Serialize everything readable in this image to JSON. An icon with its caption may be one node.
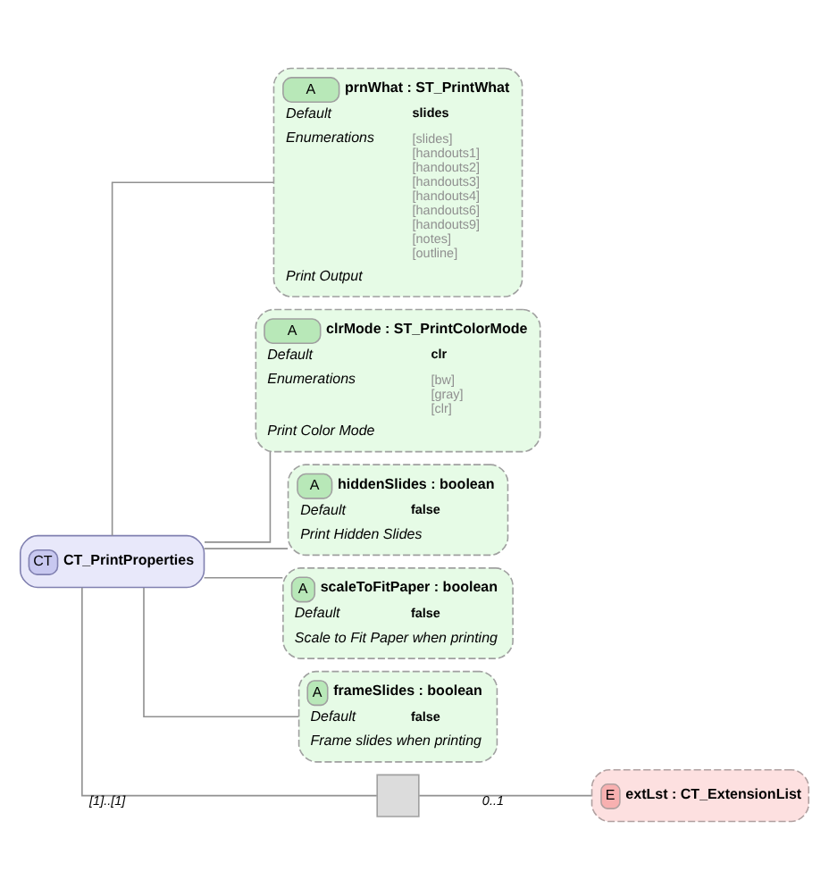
{
  "diagram": {
    "nodes": [
      {
        "text": [
          "CT",
          "CT_PrintProperties"
        ]
      },
      {
        "text": [
          "A",
          "prnWhat : ST_PrintWhat",
          "Default",
          "slides",
          "Enumerations",
          "[slides] [handouts1] [handouts2] [handouts3] [handouts4] [handouts6] [handouts9] [notes] [outline]",
          "Print Output"
        ]
      },
      {
        "text": [
          "A",
          "clrMode : ST_PrintColorMode",
          "Default",
          "clr",
          "Enumerations",
          "[bw] [gray] [clr]",
          "Print Color Mode"
        ]
      },
      {
        "text": [
          "A",
          "hiddenSlides : boolean",
          "Default",
          "false",
          "Print Hidden Slides"
        ]
      },
      {
        "text": [
          "A",
          "scaleToFitPaper : boolean",
          "Default",
          "false",
          "Scale to Fit Paper when printing"
        ]
      },
      {
        "text": [
          "A",
          "frameSlides : boolean",
          "Default",
          "false",
          "Frame slides when printing"
        ]
      },
      {
        "text": [],
        "shape": "box"
      },
      {
        "text": [
          "E",
          "extLst : CT_ExtensionList"
        ]
      }
    ],
    "edges": [
      {
        "from": 0,
        "to": 1,
        "arrow": "none"
      },
      {
        "from": 0,
        "to": 2,
        "arrow": "none"
      },
      {
        "from": 0,
        "to": 3,
        "arrow": "none"
      },
      {
        "from": 0,
        "to": 4,
        "arrow": "none"
      },
      {
        "from": 0,
        "to": 5,
        "arrow": "none"
      },
      {
        "from": 0,
        "to": 6,
        "arrow": "none",
        "label": "[1]..[1]"
      },
      {
        "from": 6,
        "to": 7,
        "arrow": "none",
        "label": "0..1"
      }
    ]
  }
}
